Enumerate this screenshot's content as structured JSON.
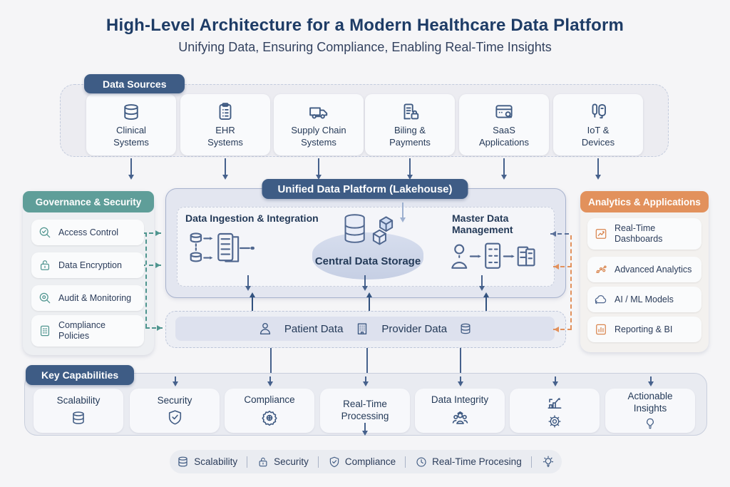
{
  "header": {
    "title": "High-Level Architecture for a Modern Healthcare Data Platform",
    "subtitle": "Unifying Data, Ensuring Compliance, Enabling Real-Time Insights"
  },
  "data_sources": {
    "label": "Data Sources",
    "cards": [
      {
        "label": "Clinical Systems",
        "icon": "database-icon"
      },
      {
        "label": "EHR Systems",
        "icon": "clipboard-icon"
      },
      {
        "label": "Supply Chain Systems",
        "icon": "truck-icon"
      },
      {
        "label": "Biling & Payments",
        "icon": "receipt-lock-icon"
      },
      {
        "label": "SaaS Applications",
        "icon": "browser-icon"
      },
      {
        "label": "IoT & Devices",
        "icon": "iot-devices-icon"
      }
    ]
  },
  "platform": {
    "label": "Unified Data Platform (Lakehouse)",
    "ingestion_title": "Data Ingestion & Integration",
    "storage_title": "Central Data Storage",
    "mdm_title": "Master Data Management"
  },
  "governance": {
    "label": "Governance & Security",
    "items": [
      {
        "label": "Access Control",
        "icon": "magnifier-check-icon"
      },
      {
        "label": "Data Encryption",
        "icon": "lock-icon"
      },
      {
        "label": "Audit & Monitoring",
        "icon": "magnifier-icon"
      },
      {
        "label": "Compliance Policies",
        "icon": "policy-document-icon"
      }
    ]
  },
  "analytics": {
    "label": "Analytics & Applications",
    "items": [
      {
        "label": "Real-Time Dashboards",
        "icon": "line-chart-icon"
      },
      {
        "label": "Advanced Analytics",
        "icon": "scatter-plot-icon"
      },
      {
        "label": "AI / ML Models",
        "icon": "cloud-icon"
      },
      {
        "label": "Reporting & BI",
        "icon": "bar-chart-icon"
      }
    ]
  },
  "data_bar": {
    "patient_label": "Patient Data",
    "provider_label": "Provider Data"
  },
  "capabilities": {
    "label": "Key Capabilities",
    "cards": [
      {
        "label": "Scalability",
        "icon": "database-icon"
      },
      {
        "label": "Security",
        "icon": "shield-check-icon"
      },
      {
        "label": "Compliance",
        "icon": "badge-icon"
      },
      {
        "label": "Real-Time Processing",
        "icon": "down-arrow-icon"
      },
      {
        "label": "Data Integrity",
        "icon": "people-group-icon"
      },
      {
        "label": "",
        "icon": "growth-chart-and-gear-icon"
      },
      {
        "label": "Actionable Insights",
        "icon": "lightbulb-icon"
      }
    ]
  },
  "legend": {
    "items": [
      {
        "label": "Scalability",
        "icon": "database-icon"
      },
      {
        "label": "Security",
        "icon": "lock-icon"
      },
      {
        "label": "Compliance",
        "icon": "shield-check-icon"
      },
      {
        "label": "Real-Time Procesing",
        "icon": "clock-icon"
      },
      {
        "label": "",
        "icon": "lightbulb-icon"
      }
    ]
  },
  "colors": {
    "navy_pill": "#3e5c85",
    "title_navy": "#1e3c66",
    "teal": "#4f958f",
    "orange": "#e2915c",
    "arrow_navy": "#46618c"
  }
}
